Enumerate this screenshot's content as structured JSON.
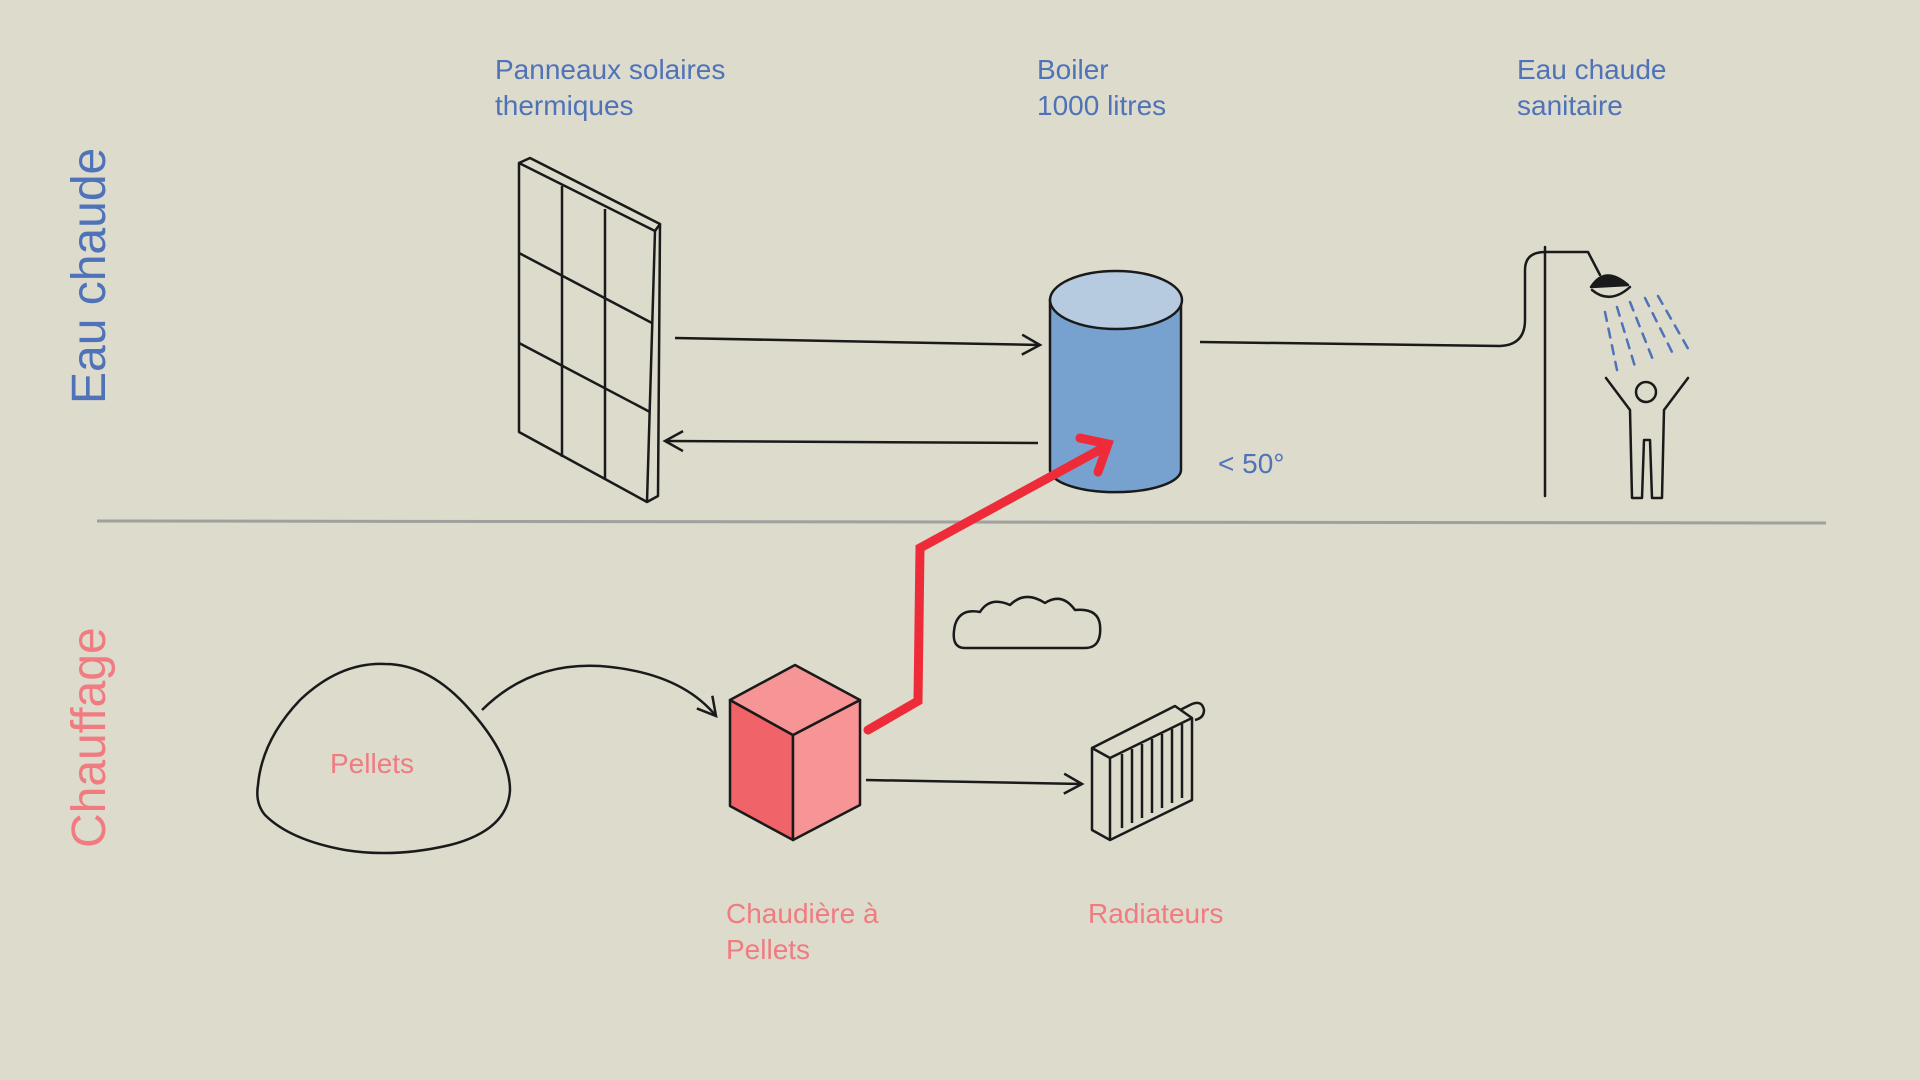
{
  "sections": {
    "hot_water": "Eau chaude",
    "heating": "Chauffage"
  },
  "labels": {
    "solar_panels": [
      "Panneaux solaires",
      "thermiques"
    ],
    "boiler": [
      "Boiler",
      "1000 litres"
    ],
    "sanitary_hot_water": [
      "Eau chaude",
      "sanitaire"
    ],
    "pellets": "Pellets",
    "pellet_boiler": [
      "Chaudière à",
      "Pellets"
    ],
    "radiators": "Radiateurs",
    "temperature": "< 50°"
  },
  "colors": {
    "background": "#dcdbcc",
    "blue_text": "#4f72b8",
    "pink_text": "#f07b80",
    "tank_body": "#77a2cf",
    "tank_top": "#b6cbe0",
    "boiler_front": "#f06369",
    "boiler_side": "#f79596",
    "heat_arrow": "#ee2b38",
    "divider": "#9fa19c",
    "line": "#1a1a1a"
  },
  "icons": {
    "solar_panel": "solar-panel-icon",
    "tank": "water-tank-icon",
    "shower": "shower-icon",
    "pellet_pile": "pellet-pile-icon",
    "pellet_boiler": "pellet-boiler-cube-icon",
    "radiator": "radiator-icon",
    "cloud": "smoke-cloud-icon"
  }
}
